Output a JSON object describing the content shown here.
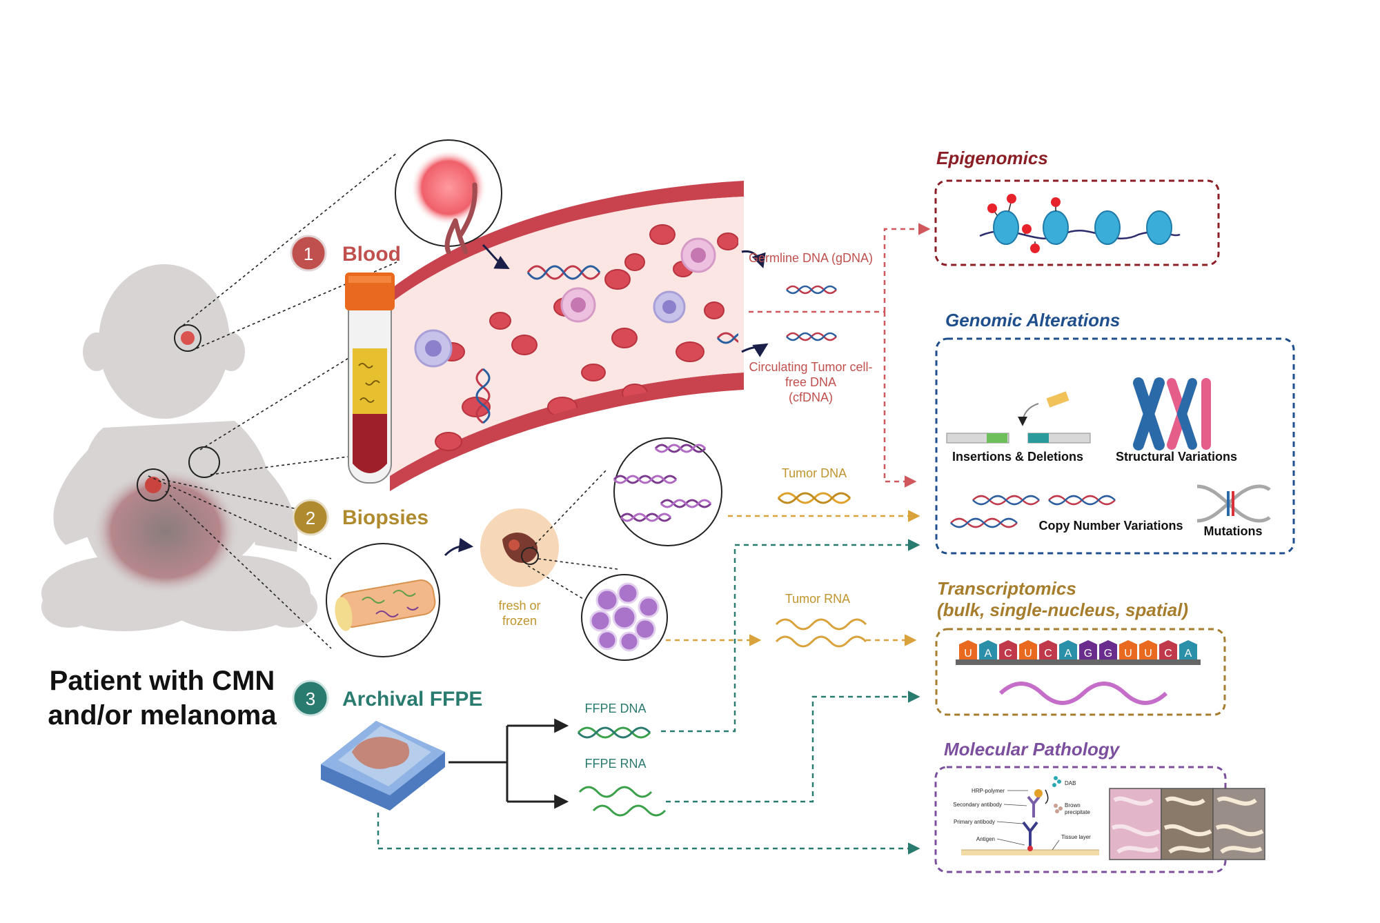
{
  "patient": {
    "label_line1": "Patient with CMN",
    "label_line2": "and/or melanoma"
  },
  "sources": [
    {
      "number": "1",
      "label": "Blood",
      "color": "#c0504d"
    },
    {
      "number": "2",
      "label": "Biopsies",
      "color": "#b08a2e"
    },
    {
      "number": "3",
      "label": "Archival FFPE",
      "color": "#2a7b6f"
    }
  ],
  "blood": {
    "germline_label": "Germline DNA (gDNA)",
    "cfdna_line1": "Circulating Tumor cell-",
    "cfdna_line2": "free DNA",
    "cfdna_line3": "(cfDNA)"
  },
  "biopsy": {
    "fresh_line1": "fresh or",
    "fresh_line2": "frozen",
    "tumor_dna_label": "Tumor DNA",
    "tumor_rna_label": "Tumor RNA"
  },
  "ffpe": {
    "dna_label": "FFPE DNA",
    "rna_label": "FFPE RNA"
  },
  "panels": {
    "epigenomics": {
      "title": "Epigenomics",
      "color": "#8b1e24"
    },
    "genomic": {
      "title": "Genomic Alterations",
      "color": "#1f4e8c",
      "indels": "Insertions & Deletions",
      "structural": "Structural Variations",
      "cnv": "Copy Number Variations",
      "mutations": "Mutations"
    },
    "transcriptomics": {
      "title_line1": "Transcriptomics",
      "title_line2": "(bulk, single-nucleus, spatial)",
      "color": "#a67c2d",
      "bases": [
        "U",
        "A",
        "C",
        "U",
        "C",
        "A",
        "G",
        "G",
        "U",
        "U",
        "C",
        "A"
      ]
    },
    "molpath": {
      "title": "Molecular Pathology",
      "color": "#7b4f9e",
      "hrp": "HRP-polymer",
      "secondary": "Secondary antibody",
      "primary": "Primary antibody",
      "antigen": "Antigen",
      "dab": "DAB",
      "brown1": "Brown",
      "brown2": "precipitate",
      "tissue": "Tissue layer"
    }
  }
}
